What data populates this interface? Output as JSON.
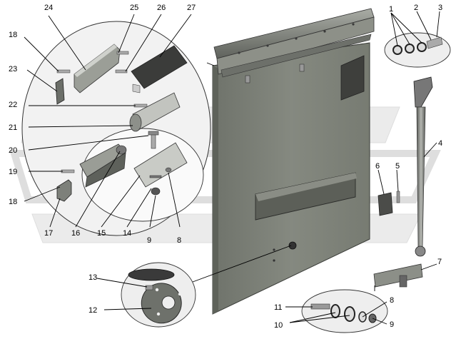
{
  "labels": {
    "l1": "1",
    "l2": "2",
    "l3": "3",
    "l4": "4",
    "l5": "5",
    "l6": "6",
    "l7": "7",
    "l8a": "8",
    "l8b": "8",
    "l9a": "9",
    "l9b": "9",
    "l10": "10",
    "l11": "11",
    "l12": "12",
    "l13": "13",
    "l14": "14",
    "l15": "15",
    "l16": "16",
    "l17": "17",
    "l18a": "18",
    "l18b": "18",
    "l19": "19",
    "l20": "20",
    "l21": "21",
    "l22": "22",
    "l23": "23",
    "l24": "24",
    "l25": "25",
    "l26": "26",
    "l27": "27"
  },
  "colors": {
    "watermark": "#e8e8e8",
    "door_panel": "#7e8278",
    "door_edge": "#5e625a",
    "rail": "#8f938a",
    "part_dark": "#4a4a48",
    "part_mid": "#9a9d96",
    "part_light": "#c7c9c4",
    "outline": "#222222"
  }
}
